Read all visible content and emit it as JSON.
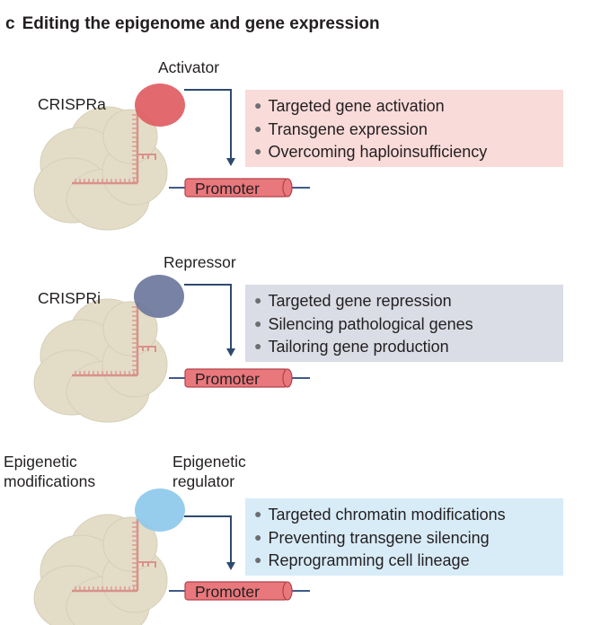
{
  "figure": {
    "panel_letter": "c",
    "title": "Editing the epigenome and gene expression"
  },
  "panels": [
    {
      "system_label_lines": [
        "CRISPRa"
      ],
      "effector_label_lines": [
        "Activator"
      ],
      "effector_color": "#e05d63",
      "box_color": "#f9dbd9",
      "promoter_label": "Promoter",
      "bullets": [
        "Targeted gene activation",
        "Transgene expression",
        "Overcoming haploinsufficiency"
      ]
    },
    {
      "system_label_lines": [
        "CRISPRi"
      ],
      "effector_label_lines": [
        "Repressor"
      ],
      "effector_color": "#6d779c",
      "box_color": "#dadde5",
      "promoter_label": "Promoter",
      "bullets": [
        "Targeted gene repression",
        "Silencing pathological genes",
        "Tailoring gene production"
      ]
    },
    {
      "system_label_lines": [
        "Epigenetic",
        "modifications"
      ],
      "effector_label_lines": [
        "Epigenetic",
        "regulator"
      ],
      "effector_color": "#8ec9ea",
      "box_color": "#d8ecf8",
      "promoter_label": "Promoter",
      "bullets": [
        "Targeted chromatin modifications",
        "Preventing transgene silencing",
        "Reprogramming cell lineage"
      ]
    }
  ],
  "colors": {
    "cas9_body": "#e3ddc8",
    "cas9_outline": "#d5cfb8",
    "guide_rna": "#d9928a",
    "arrow": "#2e4a6e",
    "promoter_fill": "#e9787d",
    "promoter_stroke": "#b3404a",
    "dna_line": "#3e5a8a"
  }
}
